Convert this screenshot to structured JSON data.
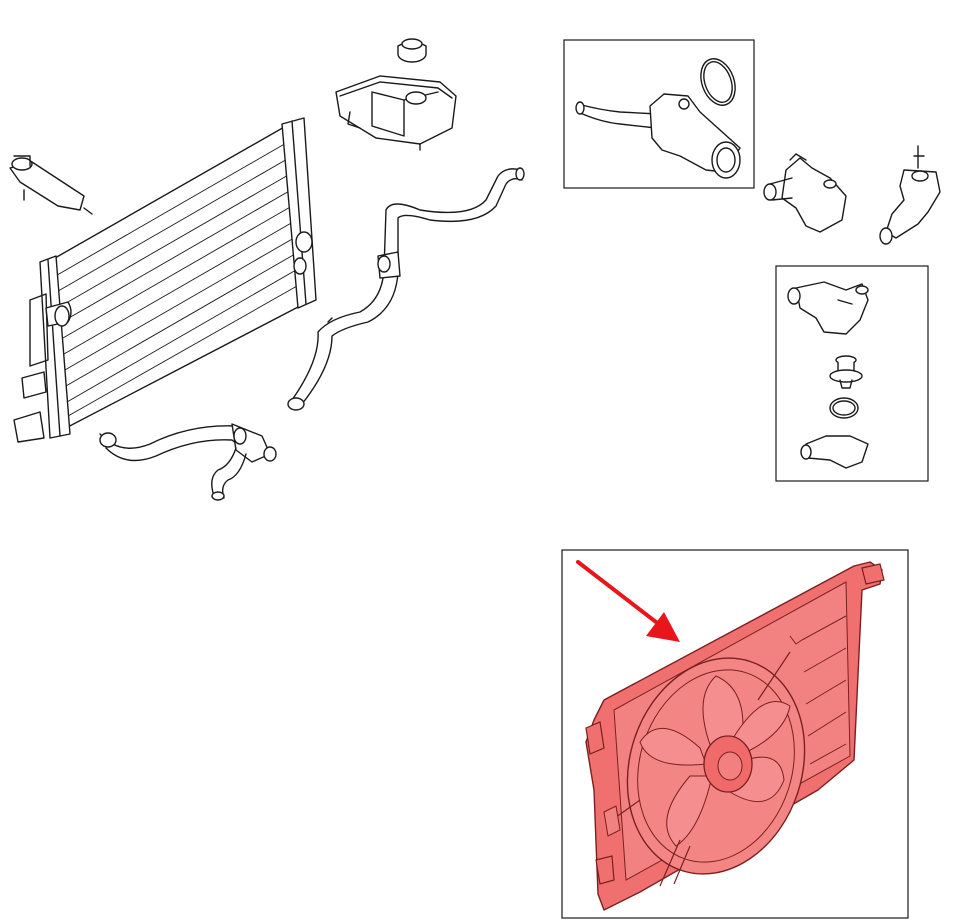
{
  "diagram": {
    "kind": "exploded parts diagram",
    "parts": [
      {
        "id": "radiator",
        "icon": "radiator-icon"
      },
      {
        "id": "radiator-bracket",
        "icon": "bracket-icon"
      },
      {
        "id": "coolant-reservoir",
        "icon": "reservoir-tank-icon"
      },
      {
        "id": "reservoir-cap",
        "icon": "cap-icon"
      },
      {
        "id": "upper-hose",
        "icon": "hose-icon"
      },
      {
        "id": "lower-hose",
        "icon": "hose-icon"
      },
      {
        "id": "thermostat-housing-inset",
        "icon": "thermostat-housing-icon"
      },
      {
        "id": "water-outlet-1",
        "icon": "water-outlet-icon"
      },
      {
        "id": "water-outlet-2",
        "icon": "water-outlet-icon"
      },
      {
        "id": "thermostat-kit-inset",
        "icon": "thermostat-kit-icon"
      },
      {
        "id": "fan-shroud-assembly",
        "icon": "cooling-fan-icon",
        "highlighted": true
      }
    ],
    "highlight_color": "#f07070",
    "arrow_color": "#e8161b"
  }
}
